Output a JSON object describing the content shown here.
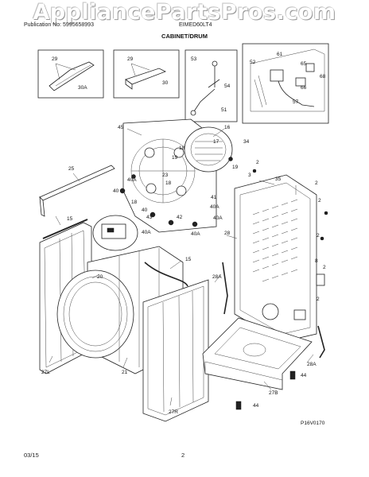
{
  "header": {
    "watermark": "AppliancePartsPros.com",
    "publication": "Publication No: 5995658993",
    "model": "EIMED60LT4",
    "section": "CABINET/DRUM"
  },
  "footer": {
    "date": "03/15",
    "page": "2",
    "figure_code": "P16V0170"
  },
  "parts": [
    "29",
    "30A",
    "29",
    "30",
    "53",
    "54",
    "51",
    "52",
    "61",
    "65",
    "68",
    "66",
    "57",
    "16",
    "45",
    "17",
    "18",
    "19",
    "23",
    "18",
    "34",
    "19",
    "3",
    "2",
    "35",
    "25",
    "40A",
    "40",
    "41",
    "40A",
    "18",
    "40",
    "43",
    "40A",
    "42",
    "2",
    "40A",
    "40A",
    "15",
    "28",
    "2",
    "2",
    "15",
    "8",
    "20",
    "2",
    "28A",
    "2",
    "21",
    "44",
    "28A",
    "27L",
    "27B",
    "27R",
    "44"
  ]
}
